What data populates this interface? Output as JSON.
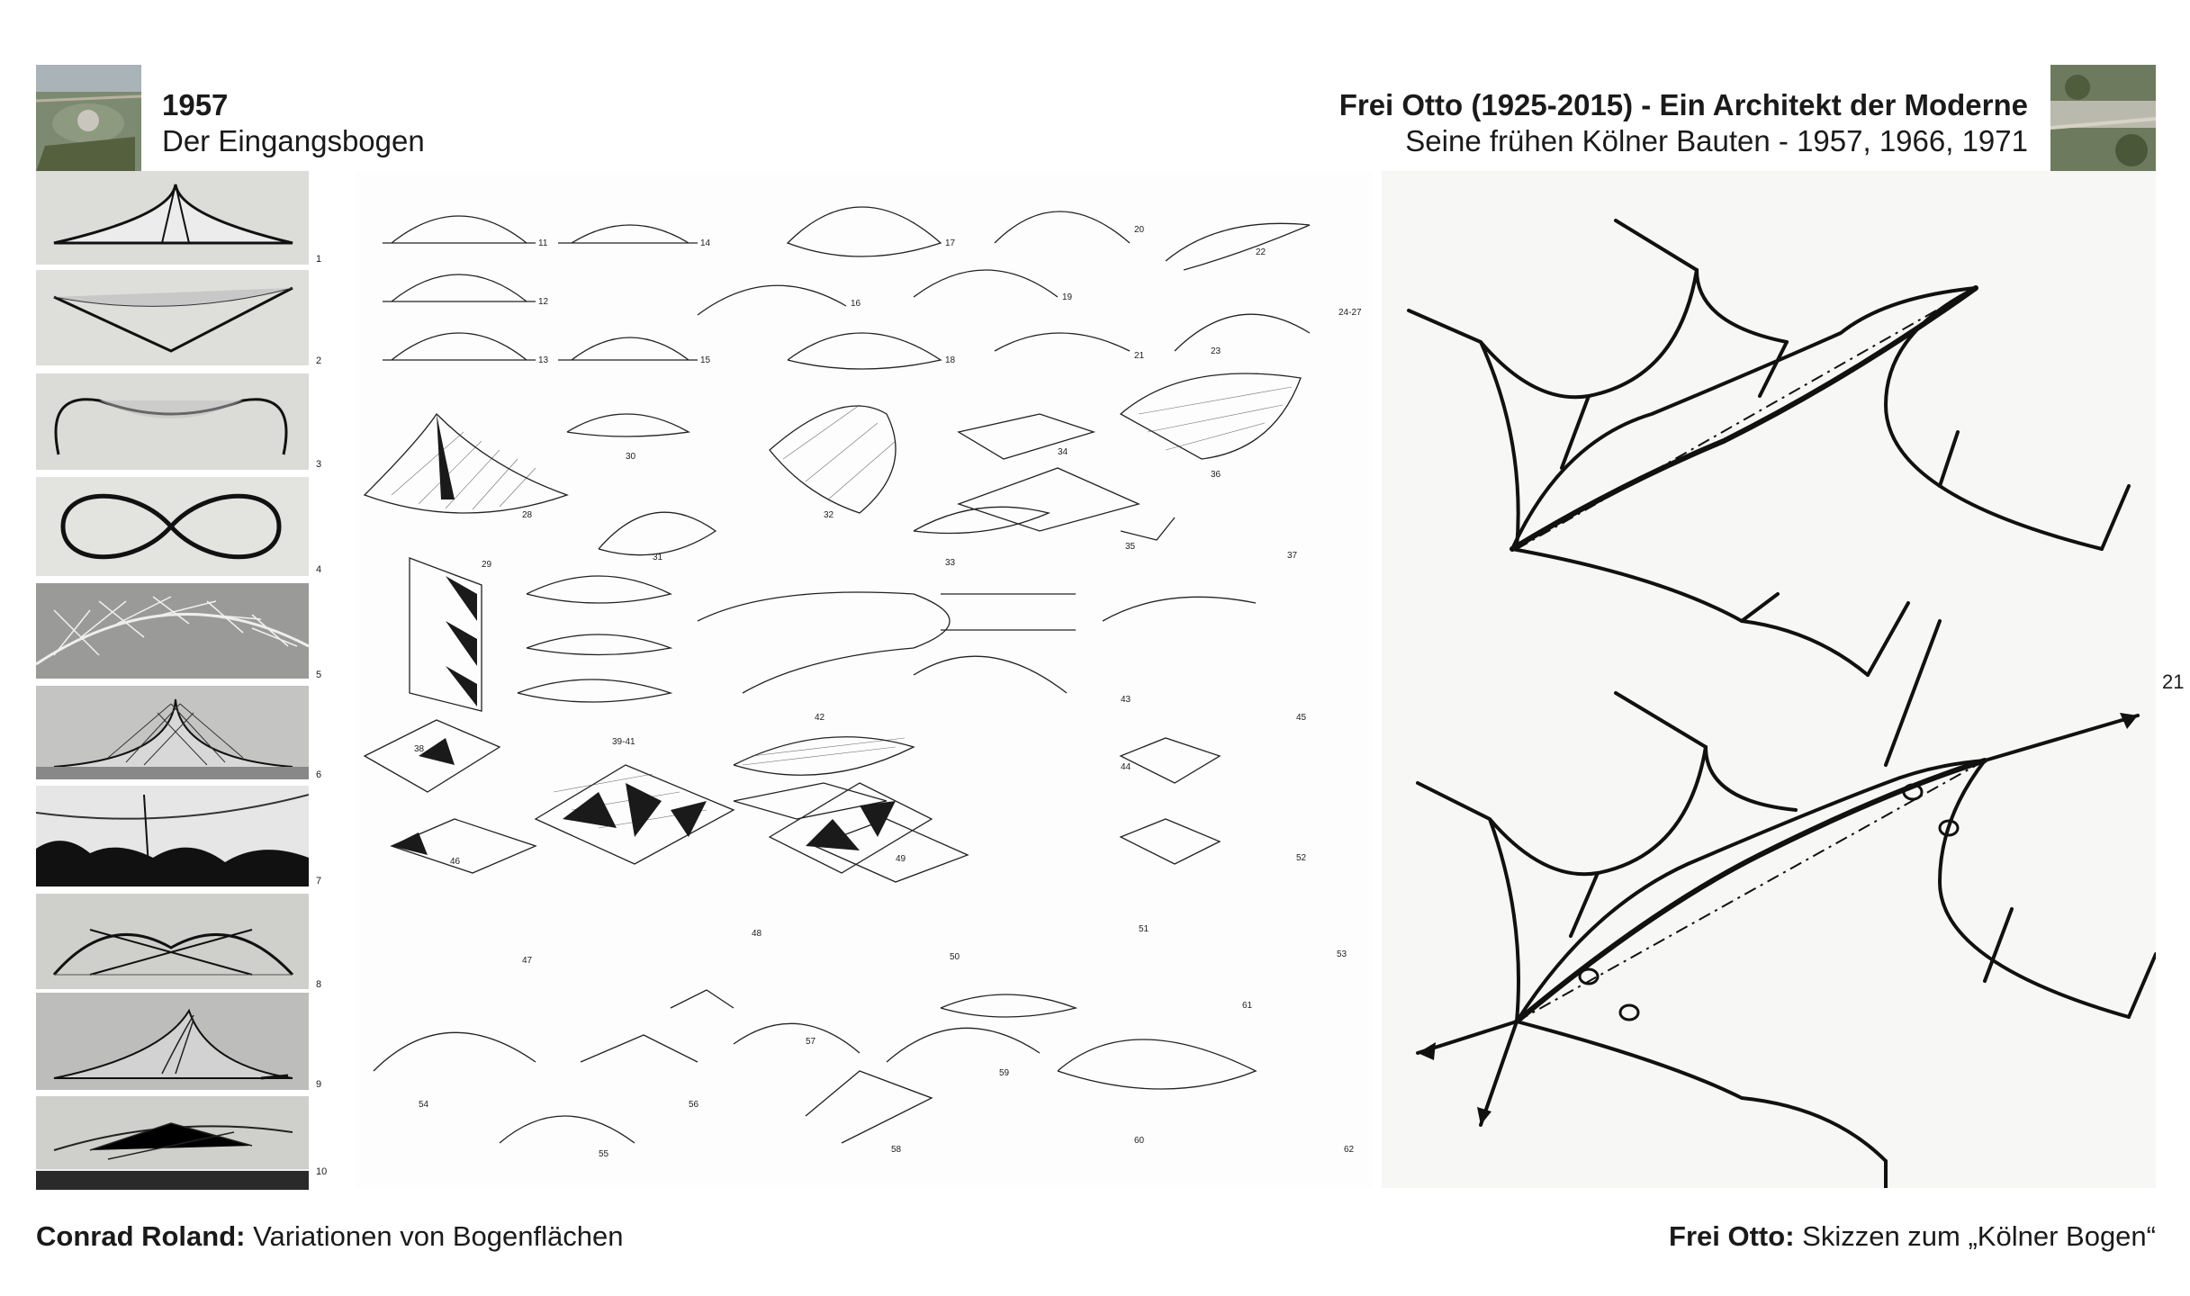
{
  "header": {
    "year": "1957",
    "subtitle": "Der Eingangsbogen",
    "title": "Frei Otto (1925-2015) - Ein Architekt der Moderne",
    "title_sub": "Seine frühen Kölner Bauten - 1957, 1966, 1971"
  },
  "page_number": "21",
  "left_captions": {
    "bold": "Conrad Roland:",
    "text": " Variationen von Bogenflächen"
  },
  "right_captions": {
    "bold": "Frei Otto:",
    "text": " Skizzen zum „Kölner Bogen“"
  },
  "photo_numbers": [
    "1",
    "2",
    "3",
    "4",
    "5",
    "6",
    "7",
    "8",
    "9",
    "10"
  ],
  "diagram_numbers": {
    "n11": "11",
    "n12": "12",
    "n13": "13",
    "n14": "14",
    "n15": "15",
    "n16": "16",
    "n17": "17",
    "n18": "18",
    "n19": "19",
    "n20": "20",
    "n21": "21",
    "n22": "22",
    "n23": "23",
    "n2427": "24-27",
    "n28": "28",
    "n29": "29",
    "n30": "30",
    "n31": "31",
    "n32": "32",
    "n33": "33",
    "n34": "34",
    "n35": "35",
    "n36": "36",
    "n37": "37",
    "n38": "38",
    "n3941": "39-41",
    "n42": "42",
    "n43": "43",
    "n44": "44",
    "n45": "45",
    "n46": "46",
    "n47": "47",
    "n48": "48",
    "n49": "49",
    "n50": "50",
    "n51": "51",
    "n52": "52",
    "n53": "53",
    "n54": "54",
    "n55": "55",
    "n56": "56",
    "n57": "57",
    "n58": "58",
    "n59": "59",
    "n60": "60",
    "n61": "61",
    "n62": "62"
  },
  "colors": {
    "text": "#1a1a1a",
    "ink": "#222222",
    "photo_bg": "#d9d9d6"
  }
}
